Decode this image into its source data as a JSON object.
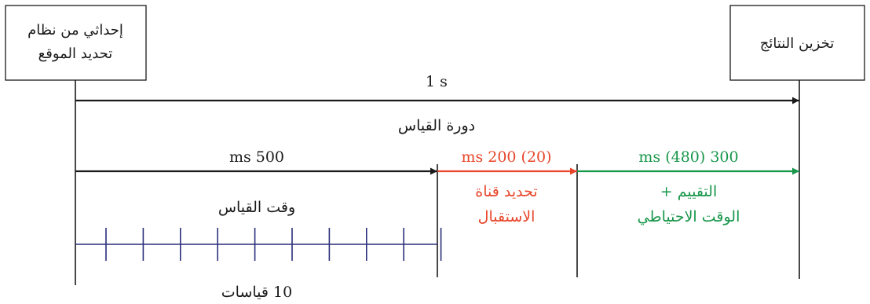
{
  "colors": {
    "black": "#1a1a1a",
    "red": "#e8452a",
    "green": "#17964a",
    "tick_blue": "#2a2f7a"
  },
  "boxes": {
    "left_line1": "إحداثي من نظام",
    "left_line2": "تحديد الموقع",
    "right": "تخزين النتائج"
  },
  "cycle": {
    "duration": "1 s",
    "label": "دورة القياس"
  },
  "segments": {
    "measure_duration": "ms 500",
    "measure_label": "وقت القياس",
    "channel_duration": "ms 200 (20)",
    "channel_label_line1": "تحديد قناة",
    "channel_label_line2": "الاستقبال",
    "eval_duration": "ms  (480) 300",
    "eval_label_line1": "التقييم +",
    "eval_label_line2": "الوقت الاحتياطي"
  },
  "measurements": {
    "count_label": "10 قياسات",
    "tick_count": 10
  }
}
